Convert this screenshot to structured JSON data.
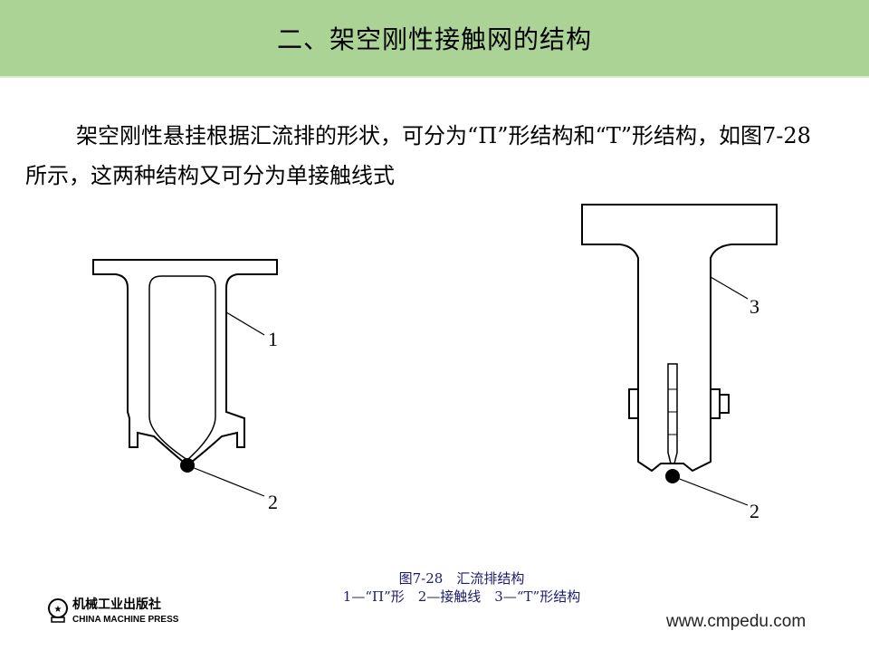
{
  "header": {
    "title": "二、架空刚性接触网的结构"
  },
  "body": {
    "paragraph": "架空刚性悬挂根据汇流排的形状，可分为“Π”形结构和“T”形结构，如图7-28所示，这两种结构又可分为单接触线式"
  },
  "figure": {
    "left_labels": [
      "1",
      "2"
    ],
    "right_labels": [
      "3",
      "2"
    ],
    "caption_title": "图7-28　汇流排结构",
    "caption_legend": "1—“Π”形　2—接触线　3—“T”形结构"
  },
  "footer": {
    "logo_cn": "机械工业出版社",
    "logo_en": "CHINA MACHINE PRESS",
    "url": "www.cmpedu.com"
  },
  "colors": {
    "header_bg": "#acd396",
    "caption": "#1a1a6e"
  }
}
